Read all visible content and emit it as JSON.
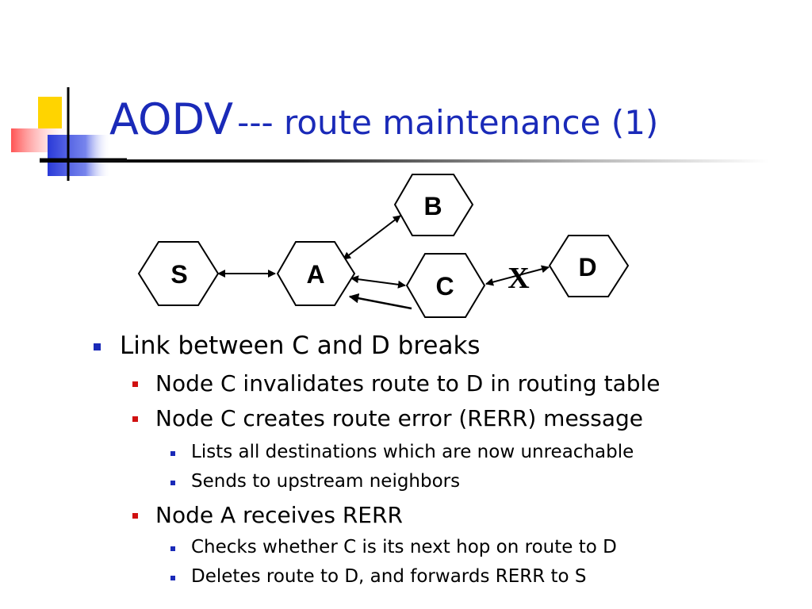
{
  "slide": {
    "title_main": "AODV",
    "title_sub": "--- route maintenance (1)"
  },
  "diagram": {
    "nodes": {
      "S": "S",
      "A": "A",
      "B": "B",
      "C": "C",
      "D": "D"
    },
    "break_mark": "X"
  },
  "bullets": {
    "b1": "Link between C and D breaks",
    "b1_1": "Node C invalidates route to D in routing table",
    "b1_2": "Node C creates route error (RERR) message",
    "b1_2_1": "Lists all destinations which are now unreachable",
    "b1_2_2": "Sends to upstream neighbors",
    "b1_3": "Node A receives RERR",
    "b1_3_1": "Checks whether C is its next hop on route to D",
    "b1_3_2": "Deletes route to D, and forwards RERR to S"
  },
  "colors": {
    "title": "#1a2ab8",
    "bullet_level1": "#1a2ab8",
    "bullet_level2": "#d01010",
    "bullet_level3": "#1a2ab8",
    "deco_yellow": "#ffd400",
    "deco_red": "#ff5050",
    "deco_blue": "#2a3ad8"
  }
}
